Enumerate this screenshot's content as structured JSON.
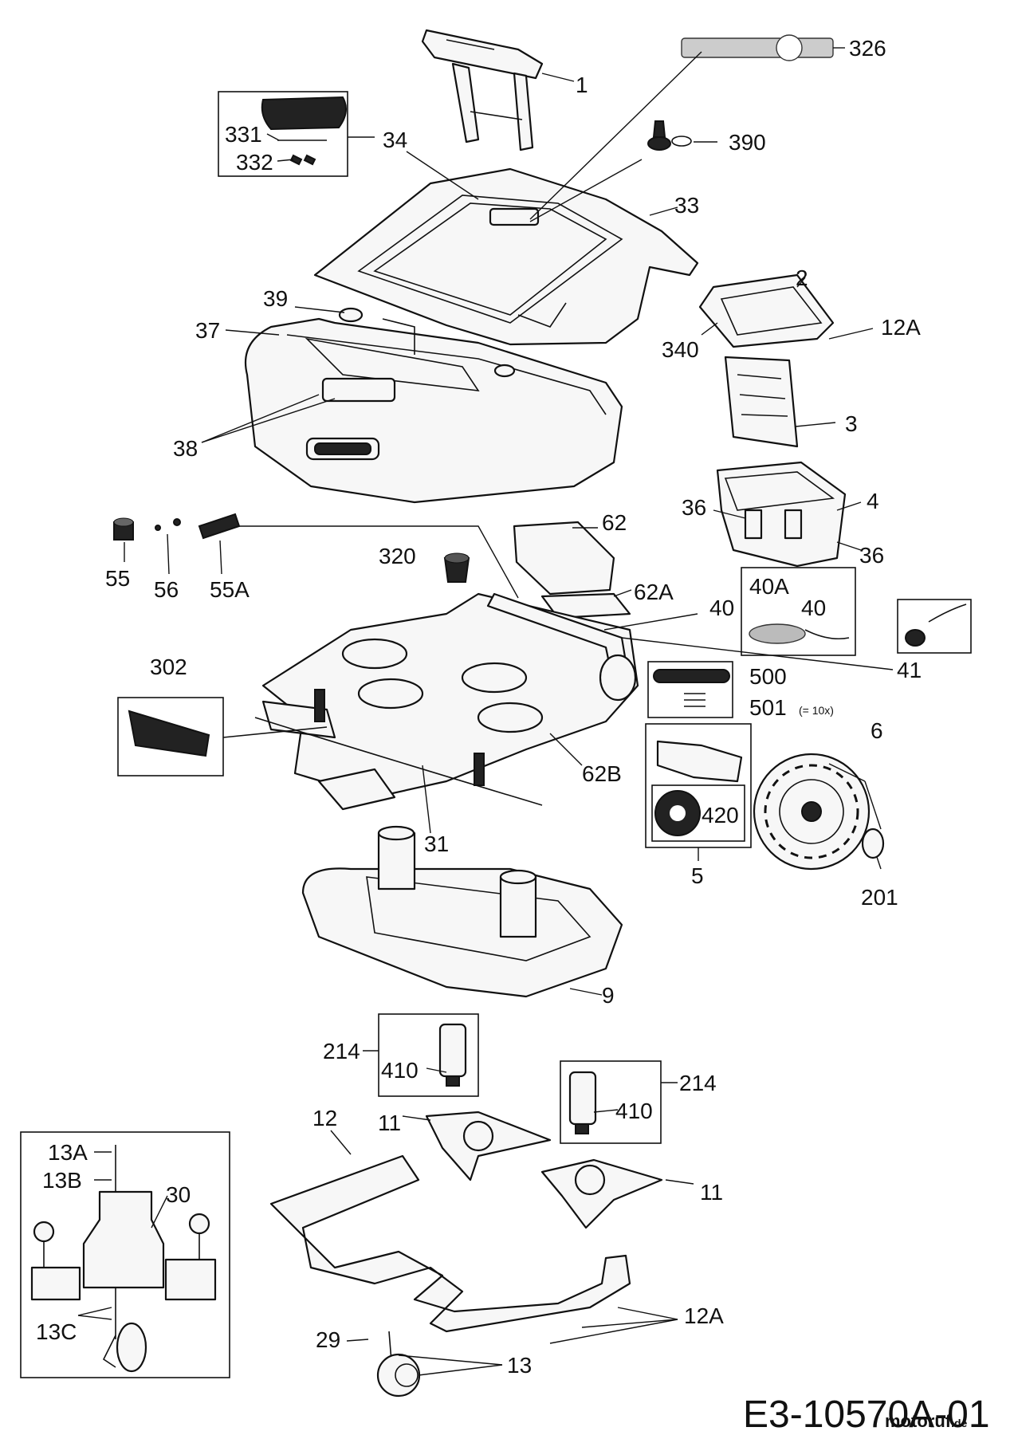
{
  "callouts": {
    "c1": "1",
    "c326": "326",
    "c331": "331",
    "c34": "34",
    "c332": "332",
    "c390": "390",
    "c33": "33",
    "c2": "2",
    "c39": "39",
    "c37": "37",
    "c12A_top": "12A",
    "c340": "340",
    "c3": "3",
    "c38": "38",
    "c36_left": "36",
    "c4": "4",
    "c36_right": "36",
    "c55": "55",
    "c56": "56",
    "c55A": "55A",
    "c62": "62",
    "c320": "320",
    "c62A": "62A",
    "c40A": "40A",
    "c40_box": "40",
    "c40": "40",
    "c41": "41",
    "c302": "302",
    "c500": "500",
    "c501": "501",
    "c501_note": "(= 10x)",
    "c6": "6",
    "c62B": "62B",
    "c420": "420",
    "c31": "31",
    "c5": "5",
    "c201": "201",
    "c9": "9",
    "c214_left": "214",
    "c410_left": "410",
    "c214_right": "214",
    "c410_right": "410",
    "c12": "12",
    "c11_top": "11",
    "c11_right": "11",
    "c13A": "13A",
    "c13B": "13B",
    "c30": "30",
    "c13C": "13C",
    "c12A_bottom": "12A",
    "c29": "29",
    "c13": "13"
  },
  "drawing_code": "E3-10570A-01",
  "watermark": "motoruf",
  "watermark_suffix": ".de",
  "icon_names": [
    "wheel-icon",
    "motor-icon",
    "blade-icon",
    "housing-icon"
  ]
}
